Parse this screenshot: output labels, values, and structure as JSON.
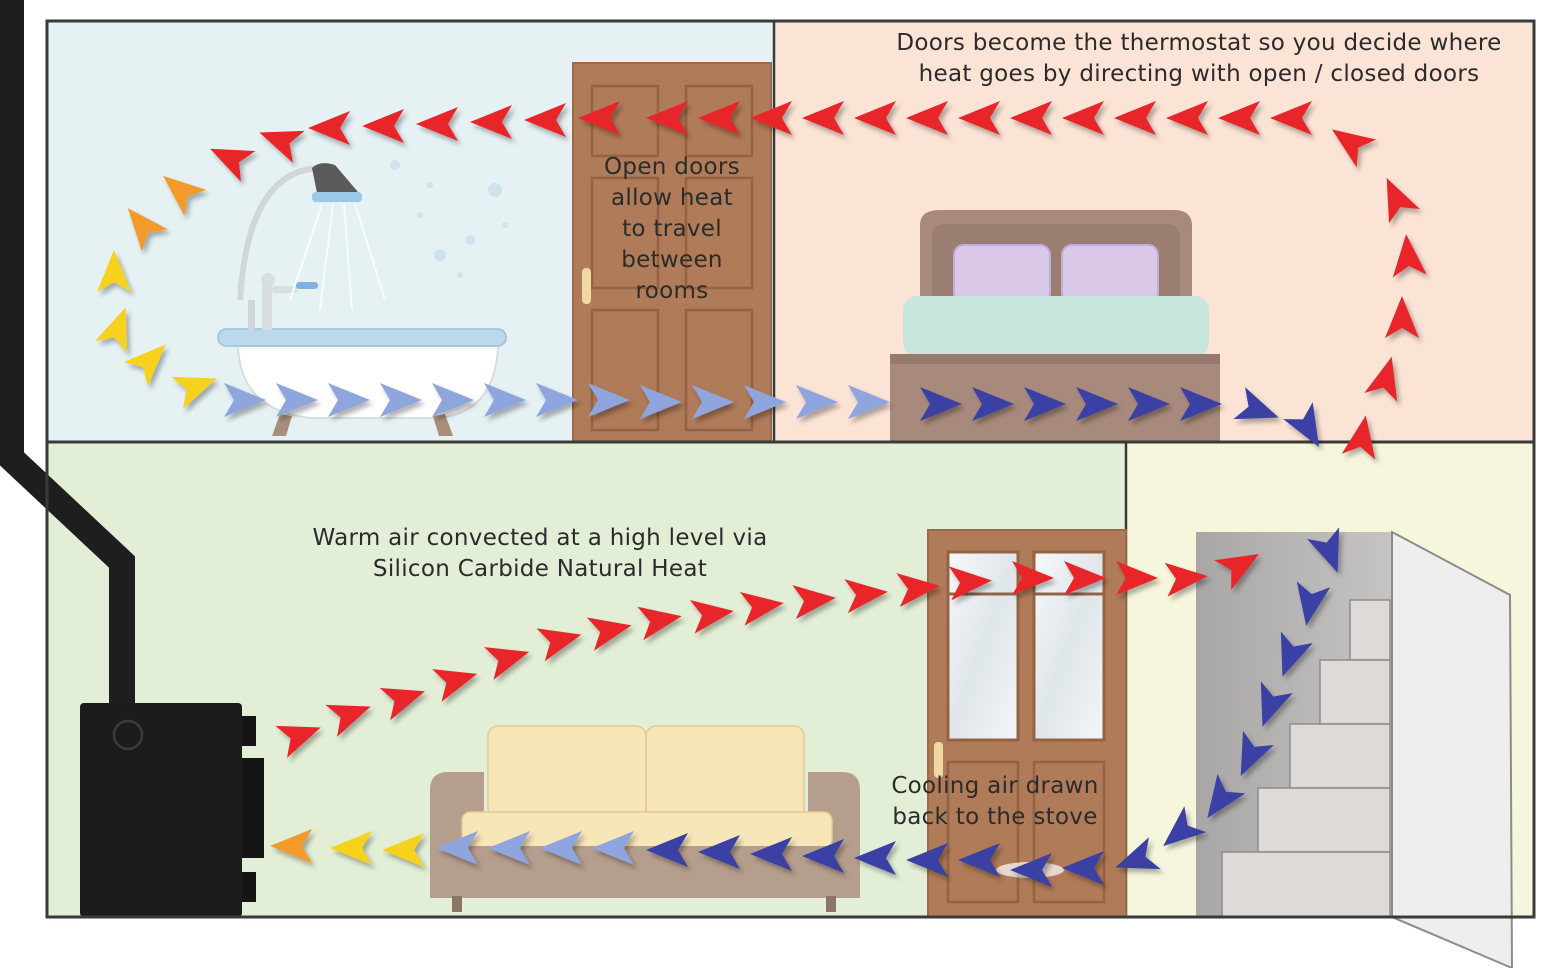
{
  "labels": {
    "thermostat": "Doors become the thermostat so you decide where\nheat goes by directing with open / closed doors",
    "open_doors": "Open doors\nallow heat\nto travel\nbetween\nrooms",
    "warm_air": "Warm air convected at a high level via\nSilicon Carbide Natural Heat",
    "cooling_air": "Cooling air drawn\nback to the stove"
  },
  "colors": {
    "hot": "#e8262b",
    "warm": "#f39a2a",
    "mild": "#f6d21c",
    "cool": "#8fa5dd",
    "cold": "#3a3fa4",
    "bathroom_wall": "#e6f1f4",
    "bedroom_wall": "#fbe3d6",
    "living_wall": "#e2eed6",
    "hall_wall": "#f5f6dc",
    "door": "#b07b58",
    "stove": "#1c1c1c"
  },
  "icons": [
    "bathtub-icon",
    "shower-icon",
    "door-icon",
    "bed-icon",
    "sofa-icon",
    "stove-icon",
    "stairs-icon",
    "glazed-door-icon"
  ]
}
